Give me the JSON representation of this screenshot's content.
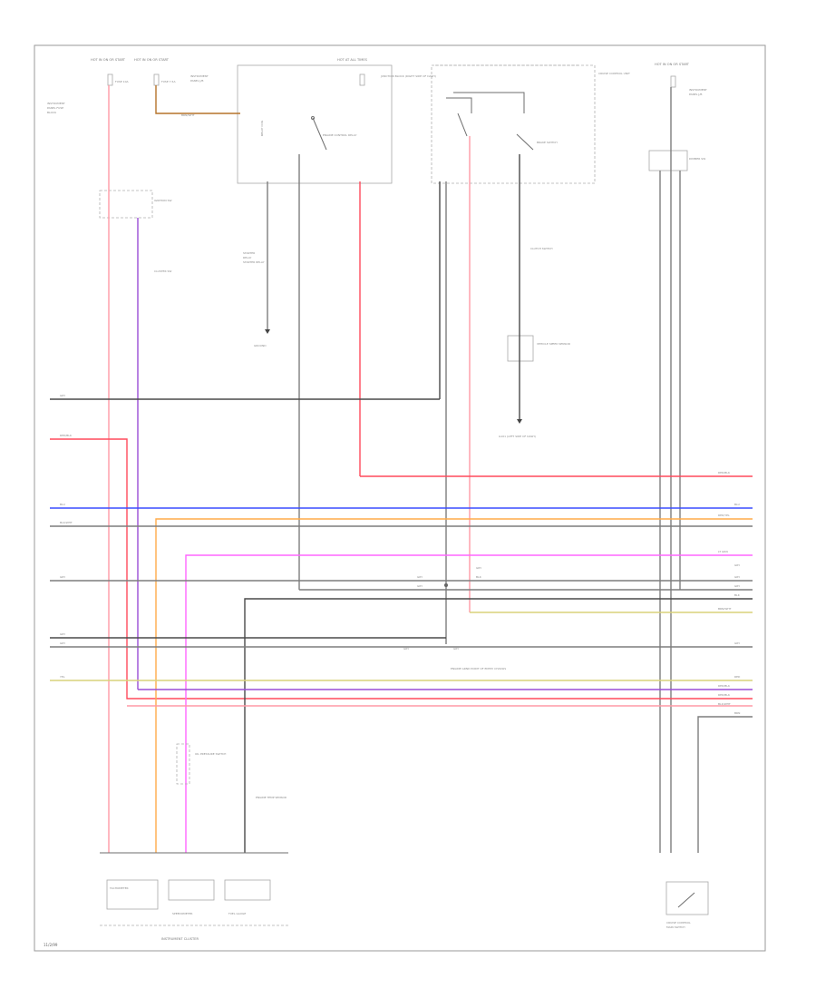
{
  "diagram": {
    "page_ref": "11/2/99",
    "components": {
      "fuse_left_1": "HOT IN ON OR START",
      "fuse_left_2": "HOT IN ON OR START",
      "fuse_center": "HOT AT ALL TIMES",
      "fuse_right": "HOT IN ON OR START",
      "junction_block": "JUNCTION BLOCK (RIGHT SIDE OF DASH)",
      "relay_center": "ENGINE CONTROL RELAY",
      "relay_right": "DIMMER SW",
      "cruise_unit": "CRUISE CONTROL UNIT",
      "brake_switch": "BRAKE SWITCH",
      "clutch_switch": "CLUTCH SWITCH",
      "speed_sensor": "VEHICLE SPEED SENSOR",
      "ground_center": "G101 (LEFT SIDE OF DASH)",
      "ground_mid": "GROUND",
      "engine_lamp_ref": "ENGINE GRND POINT OF ENTRY CHASSIS",
      "tachometer": "TACHOMETER",
      "speedometer": "SPEEDOMETER",
      "fuel_gauge": "FUEL GAUGE",
      "instrument_cluster": "INSTRUMENT CLUSTER",
      "oil_pressure_switch": "OIL PRESSURE SWITCH",
      "engine_temp_sensor": "ENGINE TEMP SENSOR",
      "cluster_switch": "CLUSTER SW",
      "starter_relay": "STARTER RELAY"
    },
    "wire_labels": {
      "left": [
        "GRY",
        "RED/BLK",
        "BLU",
        "BLK/WHT",
        "GRY",
        "GRY",
        "GRY",
        "YEL"
      ],
      "right": [
        "RED/BLK",
        "BLU",
        "RED/YEL",
        "LT GRN",
        "GRY",
        "GRY",
        "GRY",
        "BLK",
        "BRN/WHT",
        "GRY",
        "RED",
        "RED/BLK",
        "RED/BLK",
        "BLK/WHT",
        "BRN"
      ],
      "center": [
        "GRY",
        "GRY",
        "GRY",
        "BLK",
        "GRY",
        "GRY"
      ]
    },
    "colors": {
      "gray": "#7d7d7d",
      "dark": "#4a4a4a",
      "pink": "#ff9aa6",
      "red": "#ff4a5c",
      "violet": "#9a4dd6",
      "blue": "#3a4dff",
      "orange": "#ffab4a",
      "magenta": "#ff66ff",
      "yellow": "#d8d27a",
      "brown": "#b5732a"
    }
  }
}
